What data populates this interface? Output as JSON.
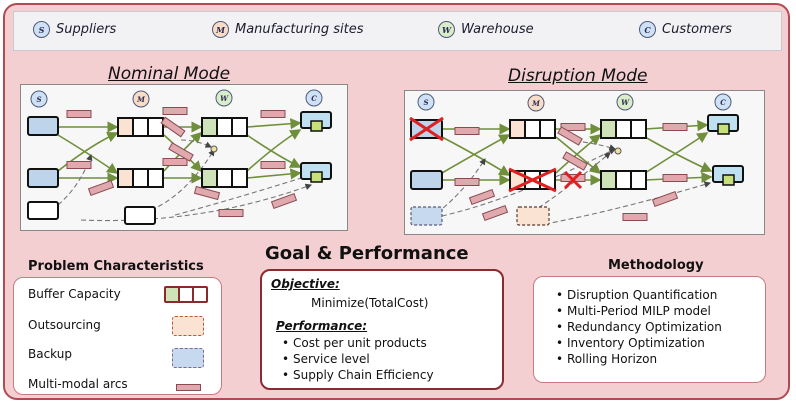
{
  "legend": {
    "items": [
      {
        "letter": "S",
        "label": "Suppliers",
        "color": "#cfe2f5"
      },
      {
        "letter": "M",
        "label": "Manufacturing sites",
        "color": "#f9dcc6"
      },
      {
        "letter": "W",
        "label": "Warehouse",
        "color": "#d8edc8"
      },
      {
        "letter": "C",
        "label": "Customers",
        "color": "#cfe2f5"
      }
    ]
  },
  "modes": {
    "nominal_title": "Nominal Mode",
    "disruption_title": "Disruption Mode"
  },
  "network_letters": [
    "S",
    "M",
    "W",
    "C"
  ],
  "goal_title": "Goal & Performance",
  "problem": {
    "title": "Problem Characteristics",
    "items": [
      "Buffer Capacity",
      "Outsourcing",
      "Backup",
      "Multi-modal arcs"
    ]
  },
  "objective": {
    "heading": "Objective:",
    "text": "Minimize(TotalCost)",
    "performance_heading": "Performance:",
    "performance_items": [
      "Cost per unit products",
      "Service level",
      "Supply Chain Efficiency"
    ]
  },
  "methodology": {
    "title": "Methodology",
    "items": [
      "Disruption Quantification",
      "Multi-Period MILP model",
      "Redundancy Optimization",
      "Inventory Optimization",
      "Rolling Horizon"
    ]
  },
  "colors": {
    "frame_fill": "#f4cfd2",
    "frame_border": "#b34a52",
    "supplier_fill": "#bdd4ea",
    "manufacturing_fill": "#fbe3d3",
    "warehouse_fill": "#cfe3b8",
    "customer_fill": "#bfe0f0",
    "flow_arrow": "#6f8f3a",
    "dashed_arrow": "#777777",
    "arc_fill": "#e0a9ae",
    "disruption_cross": "#e02020"
  }
}
